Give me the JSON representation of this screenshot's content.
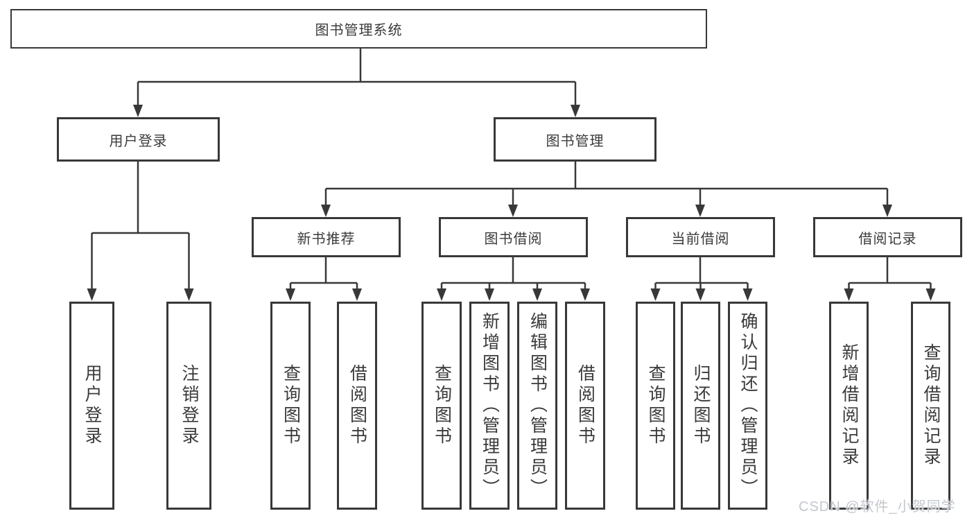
{
  "diagram": {
    "root": "图书管理系统",
    "branches": [
      {
        "label": "用户登录",
        "leaves": [
          "用户登录",
          "注销登录"
        ]
      },
      {
        "label": "图书管理",
        "groups": [
          {
            "label": "新书推荐",
            "leaves": [
              "查询图书",
              "借阅图书"
            ]
          },
          {
            "label": "图书借阅",
            "leaves": [
              "查询图书",
              "新增图书（管理员）",
              "编辑图书（管理员）",
              "借阅图书"
            ]
          },
          {
            "label": "当前借阅",
            "leaves": [
              "查询图书",
              "归还图书",
              "确认归还（管理员）"
            ]
          },
          {
            "label": "借阅记录",
            "leaves": [
              "新增借阅记录",
              "查询借阅记录"
            ]
          }
        ]
      }
    ]
  },
  "watermark": "CSDN @软件_小贺同学",
  "colors": {
    "line": "#383838",
    "text": "#3a3a3a",
    "box_fill": "#ffffff",
    "watermark": "#c3c7cd"
  }
}
